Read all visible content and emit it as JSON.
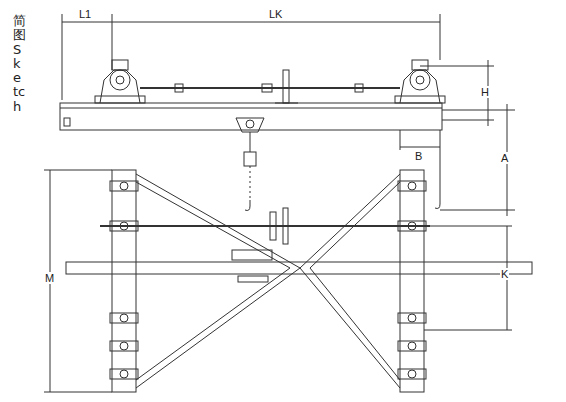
{
  "diagram": {
    "labels": [
      "简图 Sketch",
      "L1",
      "LK",
      "H",
      "B",
      "A",
      "M",
      "K"
    ]
  }
}
